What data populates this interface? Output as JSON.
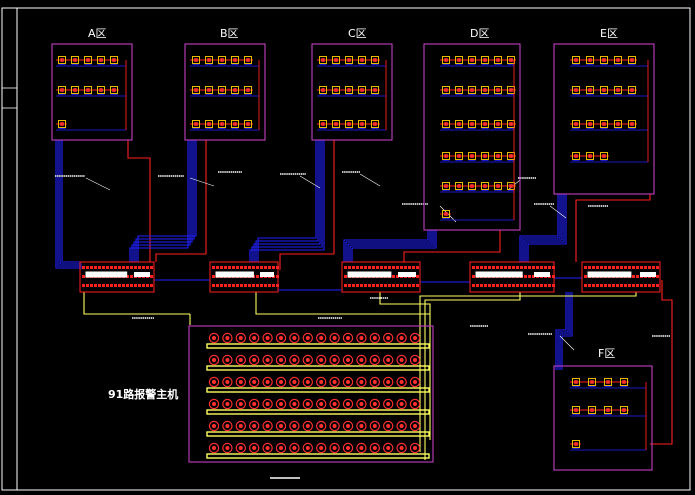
{
  "zones": {
    "a": {
      "label": "A区",
      "rows": 3
    },
    "b": {
      "label": "B区",
      "rows": 3
    },
    "c": {
      "label": "C区",
      "rows": 3
    },
    "d": {
      "label": "D区",
      "rows": 6
    },
    "e": {
      "label": "E区",
      "rows": 4
    },
    "f": {
      "label": "F区",
      "rows": 3
    }
  },
  "host": {
    "label": "91路报警主机"
  },
  "colors": {
    "background": "#000000",
    "frame": "#ffffff",
    "zone_box": "#c040c0",
    "device": "#ffd000",
    "device_center": "#ff3030",
    "wire_blue": "#2020ff",
    "wire_red": "#ff2020",
    "wire_yellow": "#ffff60",
    "module_body": "#ff2020",
    "detector_ring": "#ff3030"
  }
}
